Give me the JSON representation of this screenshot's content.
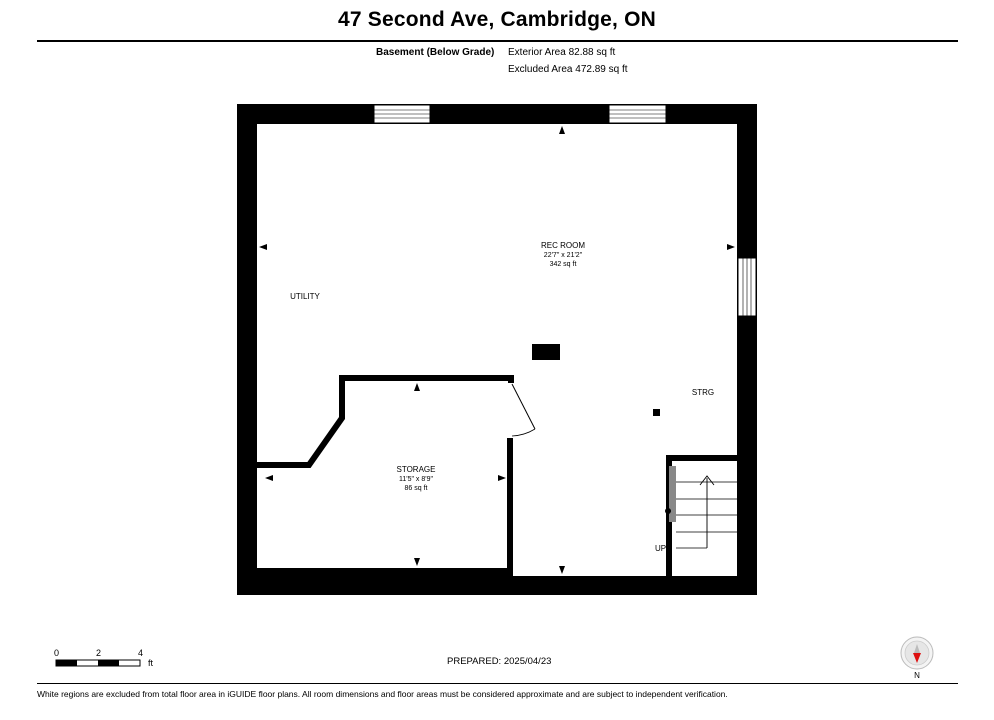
{
  "header": {
    "title": "47 Second Ave, Cambridge, ON"
  },
  "summary": {
    "level": "Basement (Below Grade)",
    "exterior_area": "Exterior Area 82.88 sq ft",
    "excluded_area": "Excluded Area 472.89 sq ft"
  },
  "rooms": {
    "rec_room": {
      "name": "REC ROOM",
      "dimensions": "22'7\" x 21'2\"",
      "area": "342 sq ft"
    },
    "utility": {
      "name": "UTILITY"
    },
    "strg": {
      "name": "STRG"
    },
    "storage": {
      "name": "STORAGE",
      "dimensions": "11'5\" x 8'9\"",
      "area": "86 sq ft"
    },
    "stairs": {
      "direction": "UP"
    }
  },
  "scale": {
    "ticks": [
      "0",
      "2",
      "4"
    ],
    "unit": "ft"
  },
  "prepared": "PREPARED:  2025/04/23",
  "compass": {
    "label": "N"
  },
  "footer": {
    "disclaimer": "White regions are excluded from total floor area in iGUIDE floor plans. All room dimensions and floor areas must be considered approximate and are subject to independent verification."
  }
}
